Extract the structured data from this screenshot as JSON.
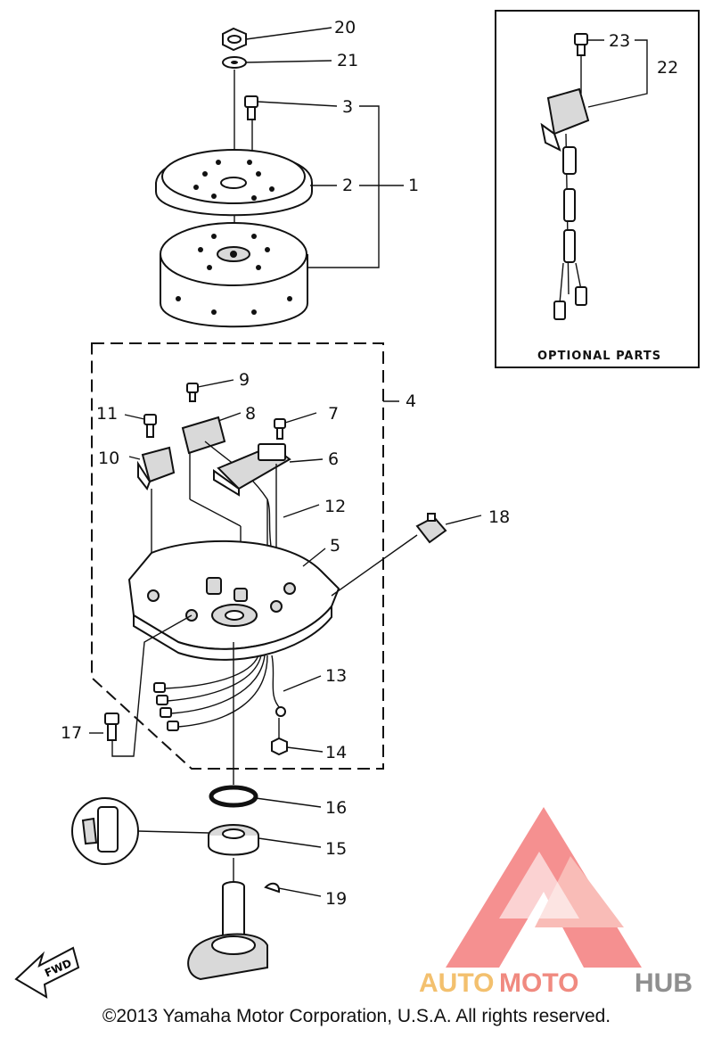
{
  "callouts": {
    "c1": "1",
    "c2": "2",
    "c3": "3",
    "c4": "4",
    "c5": "5",
    "c6": "6",
    "c7": "7",
    "c8": "8",
    "c9": "9",
    "c10": "10",
    "c11": "11",
    "c12": "12",
    "c13": "13",
    "c14": "14",
    "c15": "15",
    "c16": "16",
    "c17": "17",
    "c18": "18",
    "c19": "19",
    "c20": "20",
    "c21": "21",
    "c22": "22",
    "c23": "23"
  },
  "optional_box": {
    "label": "OPTIONAL PARTS"
  },
  "fwd_label": "FWD",
  "watermark": {
    "part1": "AUTO",
    "part2": "MOTO",
    "part3": "HUB",
    "colors": {
      "auto": "#f3c06e",
      "moto": "#f08a80",
      "hub": "#8f8f8f",
      "logo": "#f26b6b"
    }
  },
  "copyright": "©2013 Yamaha Motor Corporation, U.S.A. All rights reserved."
}
